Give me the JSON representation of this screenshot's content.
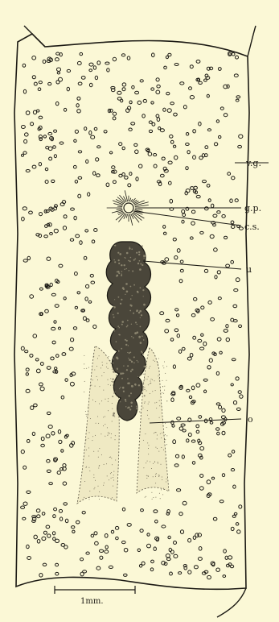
{
  "figure": {
    "labels": {
      "vg": "v.g.",
      "gp": "g.p.",
      "cs": "c.s.",
      "u": "u",
      "o": "o"
    },
    "scale_bar": {
      "text": "1mm."
    }
  },
  "colors": {
    "paper": "#fbf8d6",
    "ink": "#1c1a14"
  }
}
